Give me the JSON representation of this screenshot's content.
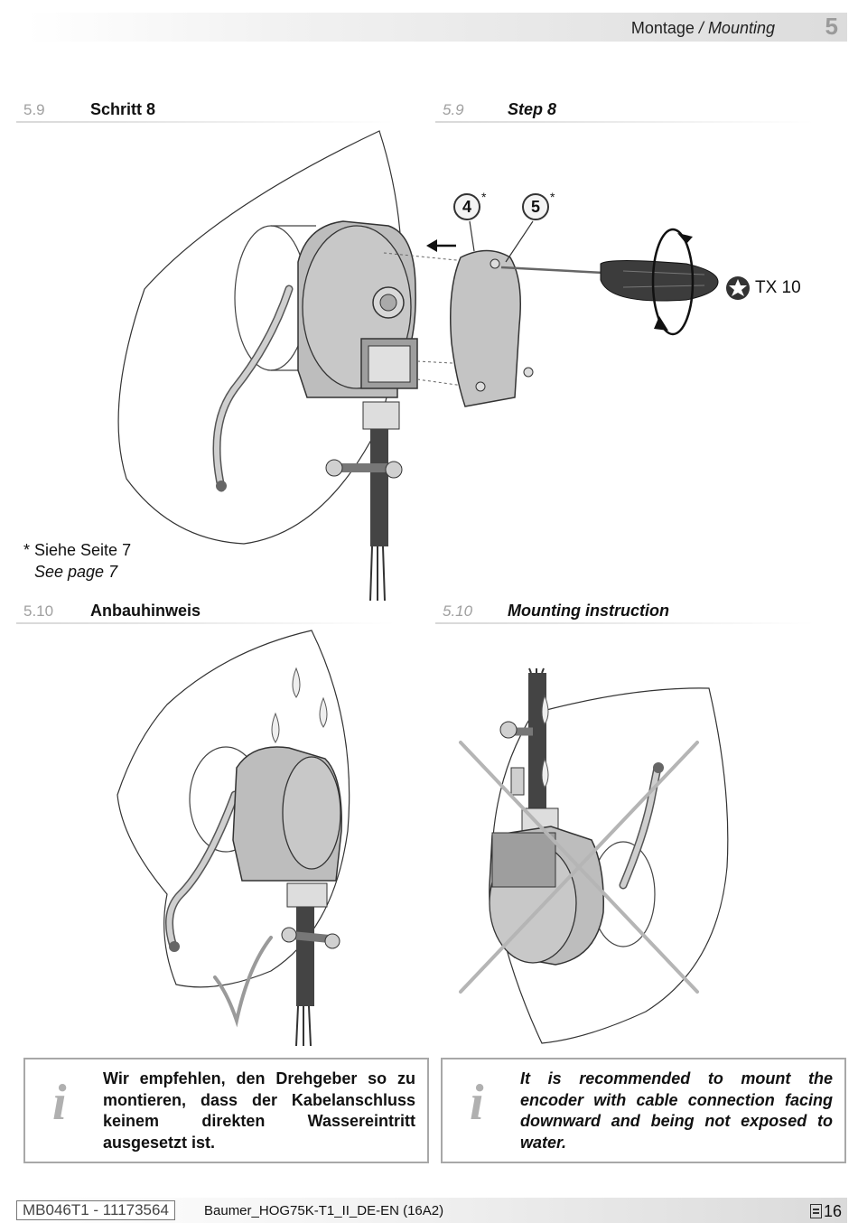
{
  "header": {
    "title_de": "Montage",
    "separator": " / ",
    "title_en": "Mounting",
    "chapter": "5"
  },
  "sections": {
    "s59_de": {
      "num": "5.9",
      "title": "Schritt 8"
    },
    "s59_en": {
      "num": "5.9",
      "title": "Step 8"
    },
    "s510_de": {
      "num": "5.10",
      "title": "Anbauhinweis"
    },
    "s510_en": {
      "num": "5.10",
      "title": "Mounting instruction"
    }
  },
  "figure_step8": {
    "callouts": [
      "4",
      "5"
    ],
    "callout_star": "*",
    "tool_label": "TX 10",
    "note_de": "* Siehe Seite 7",
    "note_en": "See page 7"
  },
  "info": {
    "icon": "info-icon",
    "text_de": "Wir empfehlen, den Drehgeber so zu montieren, dass der Kabelanschluss keinem direkten Wassereintritt ausgesetzt ist.",
    "text_en": "It is recommended to mount the encoder with cable connection facing downward and being not exposed to water."
  },
  "footer": {
    "doc_code": "MB046T1 - 11173564",
    "doc_file": "Baumer_HOG75K-T1_II_DE-EN (16A2)",
    "page": "16"
  },
  "colors": {
    "accent_grey": "#a0a0a0",
    "device_grey": "#bdbdbd",
    "cross_grey": "#b5b5b5",
    "check_grey": "#9a9a9a"
  }
}
